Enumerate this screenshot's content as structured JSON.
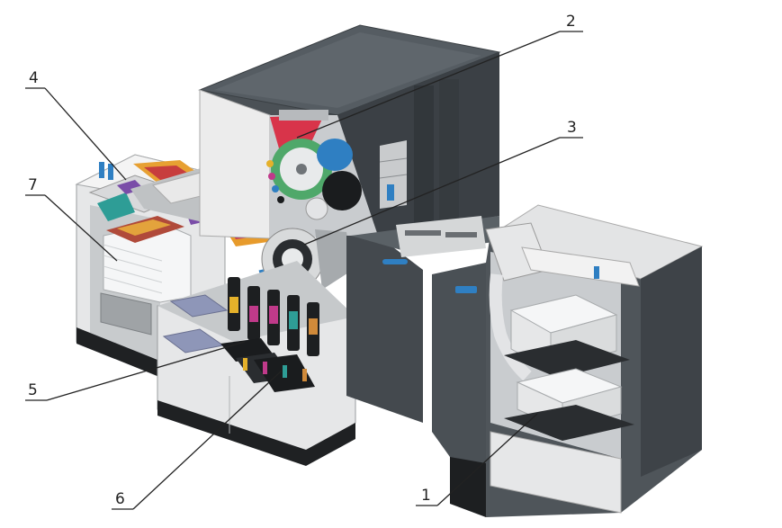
{
  "figure": {
    "background": "#ffffff",
    "colors": {
      "cabinet_dark": "#3d4247",
      "cabinet_mid": "#555b60",
      "panel_light": "#d9dbdc",
      "panel_white": "#f1f1f1",
      "interior": "#c4c7c9",
      "shadow": "#1d1f21",
      "accent_blue": "#2f7fc2",
      "accent_red": "#d8344a",
      "accent_green": "#4fa86a",
      "accent_purple": "#7a4da8",
      "accent_magenta": "#c03a8a",
      "accent_yellow": "#e5b12a"
    }
  },
  "callouts": [
    {
      "id": "1",
      "label": "1"
    },
    {
      "id": "2",
      "label": "2"
    },
    {
      "id": "3",
      "label": "3"
    },
    {
      "id": "4",
      "label": "4"
    },
    {
      "id": "5",
      "label": "5"
    },
    {
      "id": "6",
      "label": "6"
    },
    {
      "id": "7",
      "label": "7"
    }
  ]
}
